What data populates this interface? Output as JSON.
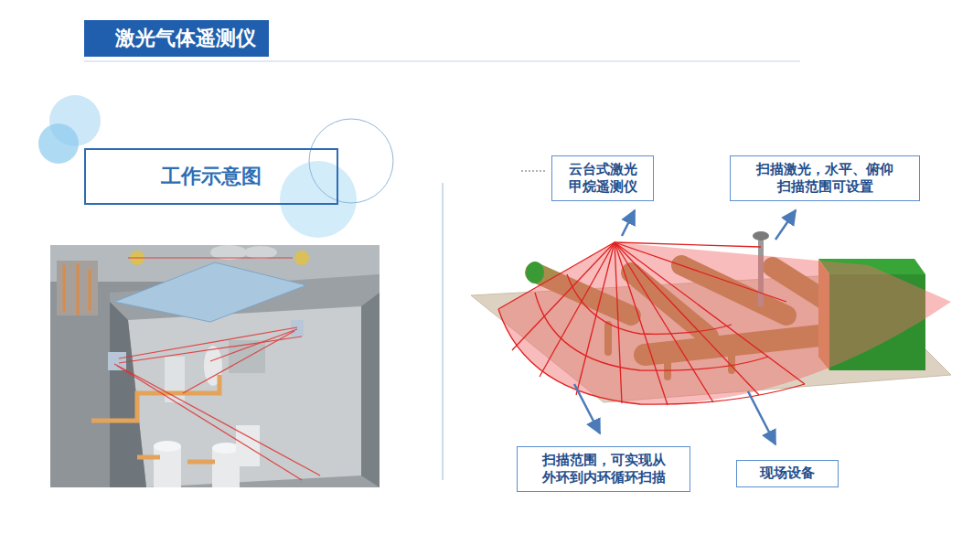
{
  "diagram": {
    "title": "激光气体遥测仪",
    "nodes": [
      {
        "text": [
          "工作示意图"
        ]
      },
      {
        "text": [
          "云台式激光甲烷遥测仪"
        ]
      },
      {
        "text": [
          "扫描激光，水平、俯仰扫描范围可设置"
        ]
      },
      {
        "text": [
          "扫描范围，可实现从外环到内环循环扫描"
        ]
      },
      {
        "text": [
          "现场设备"
        ]
      }
    ]
  }
}
